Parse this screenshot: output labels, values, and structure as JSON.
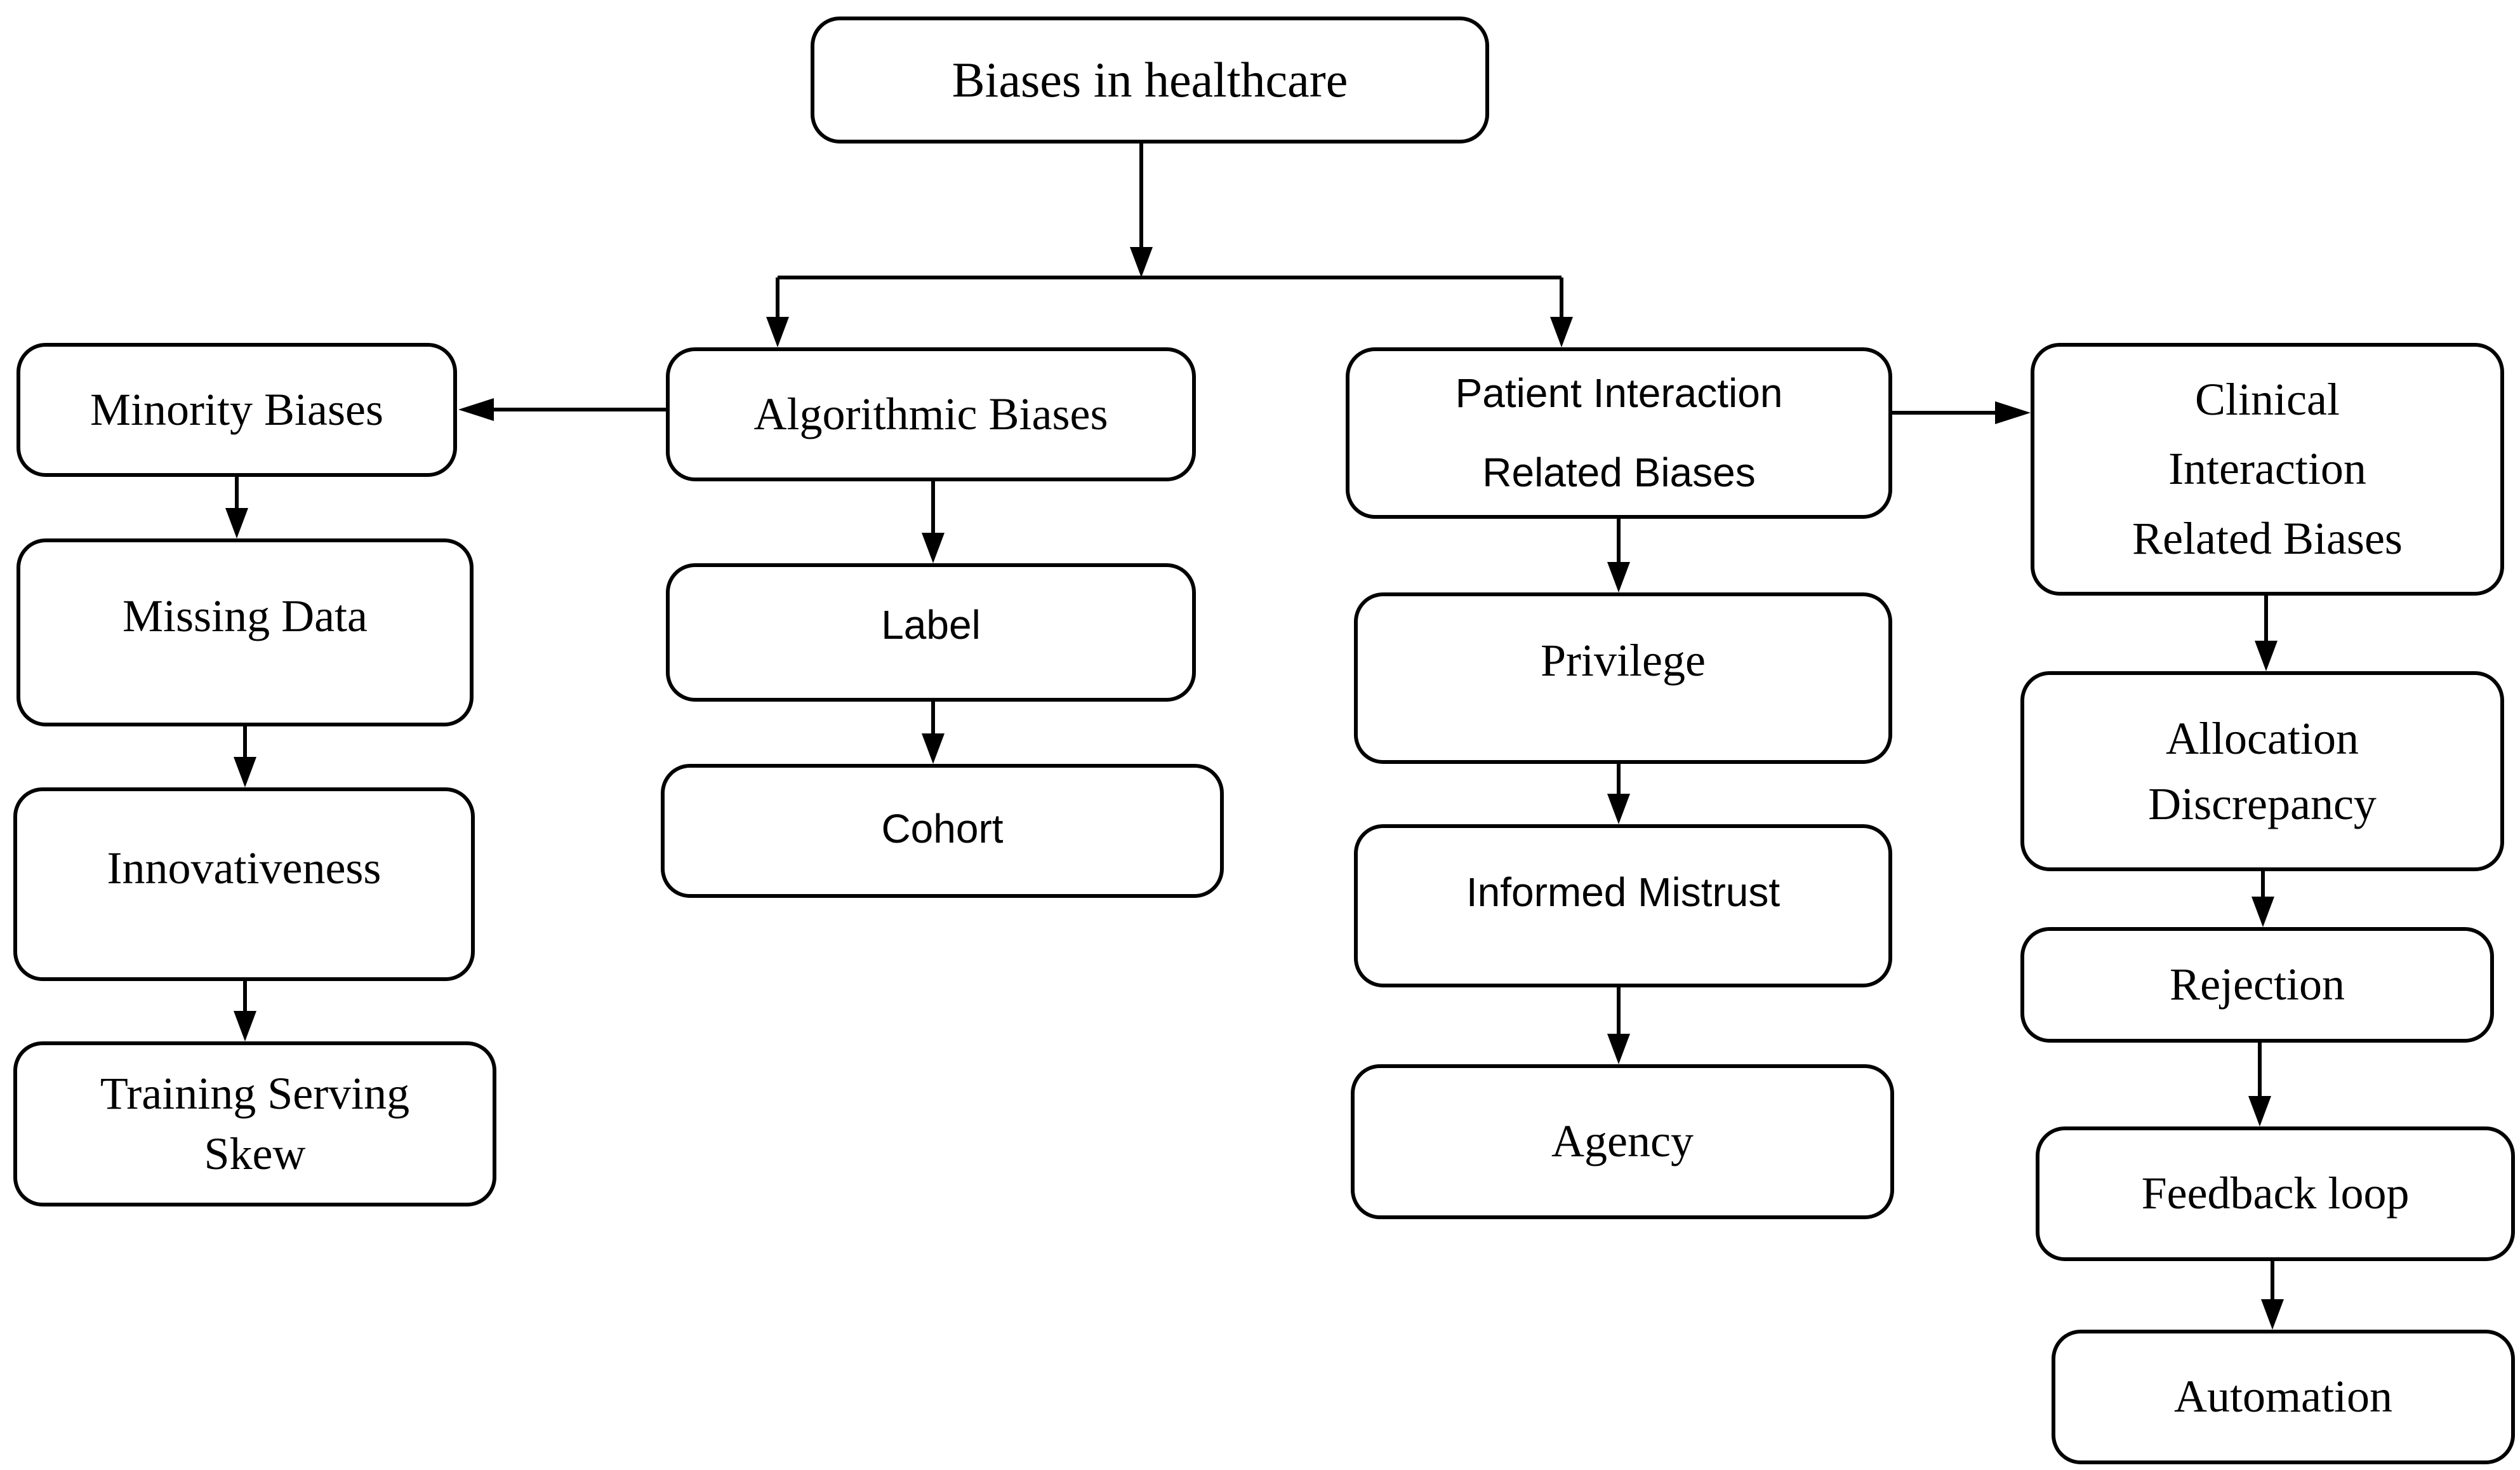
{
  "diagram": {
    "background_color": "#ffffff",
    "line_color": "#000000",
    "box_fill_color": "#ffffff",
    "nodes": [
      {
        "id": "biases-in-healthcare",
        "text": "Biases in healthcare",
        "style": "serif"
      },
      {
        "id": "algorithmic-biases",
        "text": "Algorithmic Biases",
        "style": "serif"
      },
      {
        "id": "patient-interaction-related-biases",
        "text": "Patient Interaction\nRelated Biases",
        "style": "sans"
      },
      {
        "id": "minority-biases",
        "text": "Minority Biases",
        "style": "serif"
      },
      {
        "id": "missing-data",
        "text": "Missing Data",
        "style": "serif"
      },
      {
        "id": "innovativeness",
        "text": "Innovativeness",
        "style": "serif"
      },
      {
        "id": "training-serving-skew",
        "text": "Training Serving\nSkew",
        "style": "serif"
      },
      {
        "id": "label",
        "text": "Label",
        "style": "sans"
      },
      {
        "id": "cohort",
        "text": "Cohort",
        "style": "sans"
      },
      {
        "id": "privilege",
        "text": "Privilege",
        "style": "serif"
      },
      {
        "id": "informed-mistrust",
        "text": "Informed Mistrust",
        "style": "sans"
      },
      {
        "id": "agency",
        "text": "Agency",
        "style": "serif"
      },
      {
        "id": "clinical-interaction-related-biases",
        "text": "Clinical\nInteraction\nRelated Biases",
        "style": "serif"
      },
      {
        "id": "allocation-discrepancy",
        "text": "Allocation\nDiscrepancy",
        "style": "serif"
      },
      {
        "id": "rejection",
        "text": "Rejection",
        "style": "serif"
      },
      {
        "id": "feedback-loop",
        "text": "Feedback loop",
        "style": "serif"
      },
      {
        "id": "automation",
        "text": "Automation",
        "style": "serif"
      }
    ],
    "edges": [
      {
        "from": "biases-in-healthcare",
        "to": "algorithmic-biases"
      },
      {
        "from": "biases-in-healthcare",
        "to": "patient-interaction-related-biases"
      },
      {
        "from": "algorithmic-biases",
        "to": "minority-biases"
      },
      {
        "from": "minority-biases",
        "to": "missing-data"
      },
      {
        "from": "missing-data",
        "to": "innovativeness"
      },
      {
        "from": "innovativeness",
        "to": "training-serving-skew"
      },
      {
        "from": "algorithmic-biases",
        "to": "label"
      },
      {
        "from": "label",
        "to": "cohort"
      },
      {
        "from": "patient-interaction-related-biases",
        "to": "privilege"
      },
      {
        "from": "privilege",
        "to": "informed-mistrust"
      },
      {
        "from": "informed-mistrust",
        "to": "agency"
      },
      {
        "from": "patient-interaction-related-biases",
        "to": "clinical-interaction-related-biases"
      },
      {
        "from": "clinical-interaction-related-biases",
        "to": "allocation-discrepancy"
      },
      {
        "from": "allocation-discrepancy",
        "to": "rejection"
      },
      {
        "from": "rejection",
        "to": "feedback-loop"
      },
      {
        "from": "feedback-loop",
        "to": "automation"
      }
    ]
  }
}
